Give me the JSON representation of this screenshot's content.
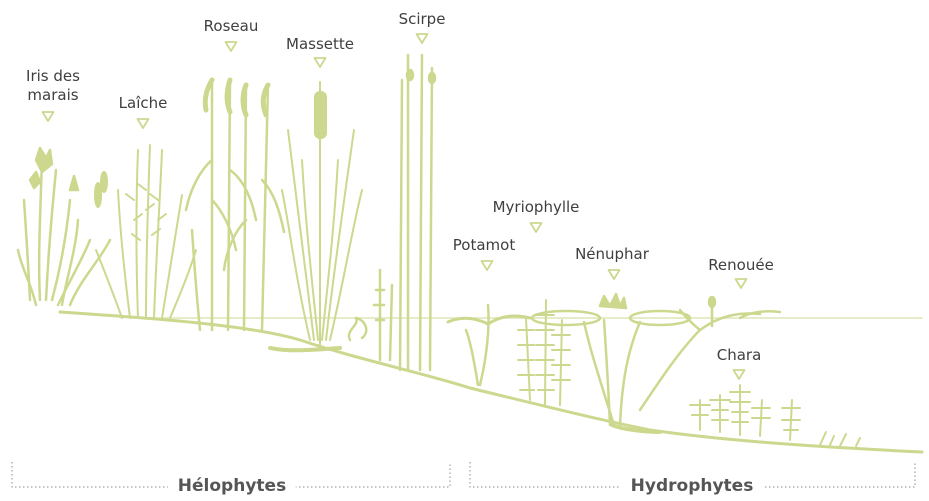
{
  "colors": {
    "plant": "#cdd88e",
    "plant_dark": "#b6c46c",
    "text": "#3f3f3f",
    "bracket": "#8a8a8a",
    "group_text": "#555555"
  },
  "labels": {
    "iris_line1": "Iris des",
    "iris_line2": "marais",
    "laiche": "Laîche",
    "roseau": "Roseau",
    "massette": "Massette",
    "scirpe": "Scirpe",
    "potamot": "Potamot",
    "myriophylle": "Myriophylle",
    "nenuphar": "Nénuphar",
    "renouee": "Renouée",
    "chara": "Chara"
  },
  "groups": {
    "helophytes": "Hélophytes",
    "hydrophytes": "Hydrophytes"
  },
  "icons": {
    "marker": "triangle-down-icon"
  }
}
